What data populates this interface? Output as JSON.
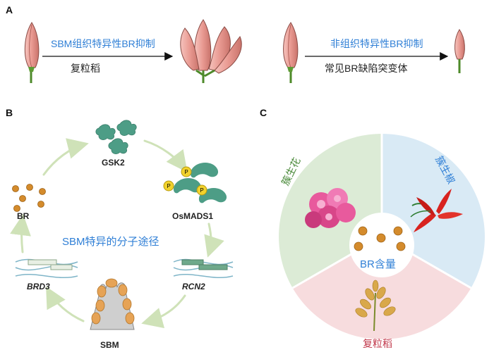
{
  "panel_a": {
    "letter": "A",
    "left_arrow_top": "SBM组织特异性BR抑制",
    "left_arrow_bottom": "复粒稻",
    "right_arrow_top": "非组织特异性BR抑制",
    "right_arrow_bottom": "常见BR缺陷突变体"
  },
  "panel_b": {
    "letter": "B",
    "gsk2": "GSK2",
    "osmads1": "OsMADS1",
    "br": "BR",
    "center": "SBM特异的分子途径",
    "brd3": "BRD3",
    "rcn2": "RCN2",
    "sbm": "SBM",
    "phospho": "P"
  },
  "panel_c": {
    "letter": "C",
    "left_sector": "簇生花",
    "right_sector": "簇生椒",
    "bottom_sector": "复粒稻",
    "center": "BR含量",
    "colors": {
      "green": "#dcebd6",
      "blue": "#d9eaf5",
      "pink": "#f7dcde"
    }
  }
}
